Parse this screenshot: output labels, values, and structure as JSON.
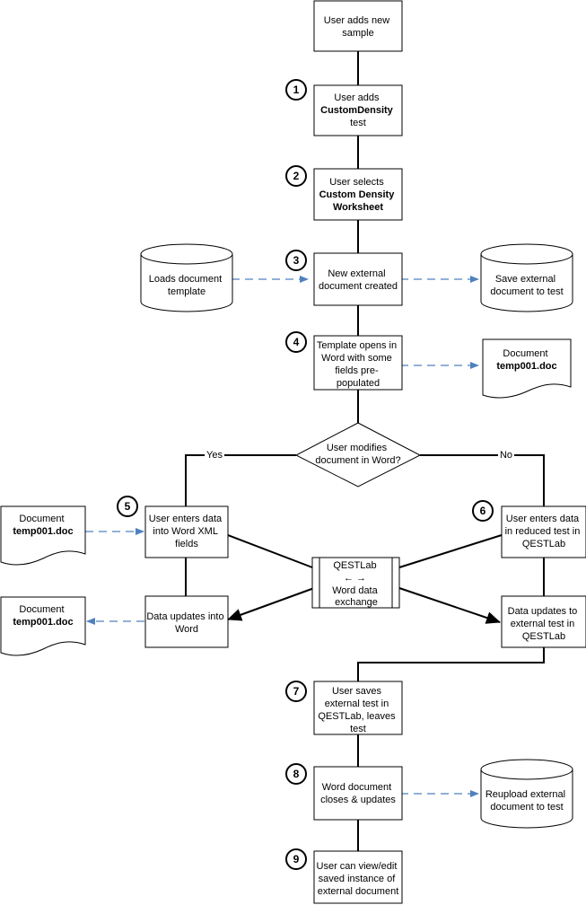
{
  "steps": [
    {
      "number": "1"
    },
    {
      "number": "2"
    },
    {
      "number": "3"
    },
    {
      "number": "4"
    },
    {
      "number": "5"
    },
    {
      "number": "6"
    },
    {
      "number": "7"
    },
    {
      "number": "8"
    },
    {
      "number": "9"
    }
  ],
  "boxes": {
    "start": [
      "User adds new",
      "sample"
    ],
    "add_test": {
      "line1": "User adds",
      "line2": "CustomDensity",
      "line3": "test"
    },
    "select_worksheet": {
      "line1": "User selects",
      "line2": "Custom Density",
      "line3": "Worksheet"
    },
    "new_doc": [
      "New external",
      "document created"
    ],
    "template_opens": [
      "Template opens in",
      "Word with some",
      "fields pre-",
      "populated"
    ],
    "word_entry": [
      "User enters data",
      "into Word XML",
      "fields"
    ],
    "word_update": [
      "Data updates into",
      "Word"
    ],
    "qest_entry": [
      "User enters data",
      "in reduced test in",
      "QESTLab"
    ],
    "qest_update": [
      "Data updates to",
      "external test in",
      "QESTLab"
    ],
    "save_leave": [
      "User saves",
      "external test in",
      "QESTLab, leaves",
      "test"
    ],
    "word_close": [
      "Word document",
      "closes & updates"
    ],
    "view_edit": [
      "User can view/edit",
      "saved instance of",
      "external document"
    ]
  },
  "decision": {
    "lines": [
      "User modifies",
      "document in Word?"
    ],
    "yes_label": "Yes",
    "no_label": "No"
  },
  "exchange": {
    "line1": "QESTLab",
    "arrows": "← →",
    "line3": "Word data",
    "line4": "exchange"
  },
  "databases": {
    "load_template": [
      "Loads document",
      "template"
    ],
    "save_doc": [
      "Save external",
      "document to test"
    ],
    "reupload": [
      "Reupload external",
      "document to test"
    ]
  },
  "documents": {
    "doc_top": {
      "label": "Document",
      "filename": "temp001.doc"
    },
    "doc_left_top": {
      "label": "Document",
      "filename": "temp001.doc"
    },
    "doc_left_bottom": {
      "label": "Document",
      "filename": "temp001.doc"
    }
  },
  "colors": {
    "dashed_arrow": "#4f81bd",
    "line": "#000000",
    "fill": "#ffffff"
  }
}
